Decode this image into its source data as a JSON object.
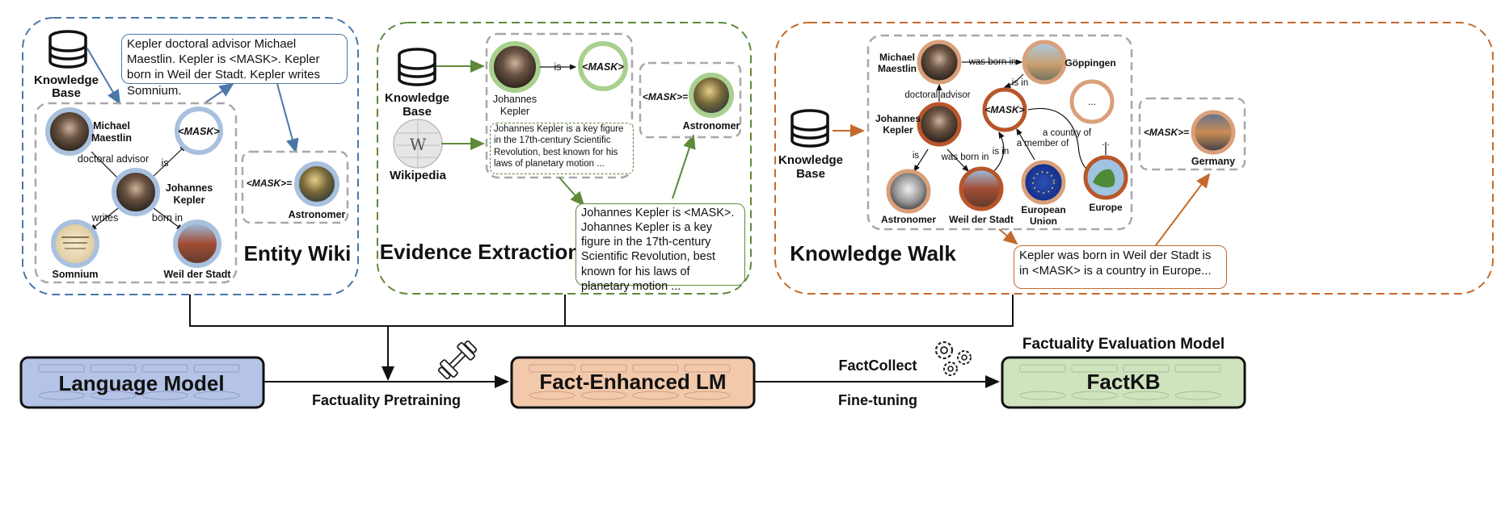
{
  "colors": {
    "entity_wiki": "#4a77a8",
    "evidence": "#5e8a3a",
    "knowledge_walk": "#c46a2b",
    "language_model_fill": "#b4c3e6",
    "fact_enhanced_fill": "#f2c9ab",
    "factkb_fill": "#cfe3bf",
    "node_blue": "#a9c1df",
    "node_green": "#a9d08e",
    "node_orange": "#d9a07a",
    "node_orange_dark": "#b8562a",
    "dash_gray": "#a8a8a8"
  },
  "panels": {
    "entity_wiki": {
      "title": "Entity Wiki",
      "kb_label_1": "Knowledge",
      "kb_label_2": "Base",
      "text_box": "Kepler doctoral advisor Michael Maestlin. Kepler is <MASK>. Kepler born in Weil der Stadt. Kepler writes Somnium.",
      "nodes": {
        "michael_1": "Michael",
        "michael_2": "Maestlin",
        "mask": "<MASK>",
        "johannes_1": "Johannes",
        "johannes_2": "Kepler",
        "somnium": "Somnium",
        "weil": "Weil der Stadt"
      },
      "edges": {
        "doctoral_advisor": "doctoral advisor",
        "is": "is",
        "writes": "writes",
        "born_in": "born in"
      },
      "answer_mask": "<MASK>=",
      "answer": "Astronomer"
    },
    "evidence_extraction": {
      "title": "Evidence Extraction",
      "kb_label_1": "Knowledge",
      "kb_label_2": "Base",
      "wiki_label": "Wikipedia",
      "johannes_1": "Johannes",
      "johannes_2": "Kepler",
      "edge_is": "is",
      "mask": "<MASK>",
      "snippet": "Johannes Kepler is a key figure in the 17th-century Scientific Revolution, best known for his laws of planetary motion ...",
      "output_text": "Johannes Kepler is <MASK>. Johannes Kepler is a key figure in the 17th-century Scientific Revolution, best known for his laws of planetary motion ...",
      "answer_mask": "<MASK>=",
      "answer": "Astronomer"
    },
    "knowledge_walk": {
      "title": "Knowledge Walk",
      "kb_label_1": "Knowledge",
      "kb_label_2": "Base",
      "nodes": {
        "michael_1": "Michael",
        "michael_2": "Maestlin",
        "goppingen": "Göppingen",
        "johannes_1": "Johannes",
        "johannes_2": "Kepler",
        "mask": "<MASK>",
        "ellipsis": "...",
        "astronomer": "Astronomer",
        "weil": "Weil der Stadt",
        "eu_1": "European",
        "eu_2": "Union",
        "europe": "Europe"
      },
      "edges": {
        "was_born_in_top": "was born in",
        "is_in_top": "is in",
        "doctoral_advisor": "doctoral advisor",
        "a_country_of": "a country of",
        "is": "is",
        "was_born_in": "was born in",
        "is_in": "is in",
        "a_member_of": "a member of",
        "dots": "..."
      },
      "answer_mask": "<MASK>=",
      "answer": "Germany",
      "output_text": "Kepler was born in Weil der Stadt is in <MASK> is a country in Europe..."
    }
  },
  "bottom": {
    "language_model": "Language Model",
    "fact_enhanced": "Fact-Enhanced LM",
    "factkb": "FactKB",
    "factuality_pretraining": "Factuality Pretraining",
    "factcollect": "FactCollect",
    "fine_tuning": "Fine-tuning",
    "factuality_eval_model": "Factuality Evaluation Model"
  }
}
